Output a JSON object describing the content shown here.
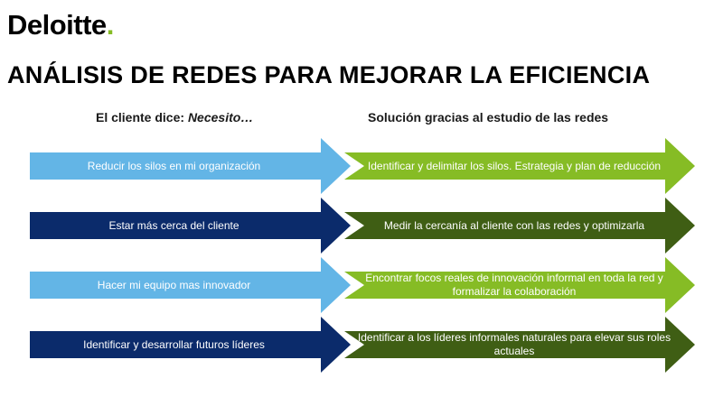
{
  "logo": {
    "wordmark": "Deloitte",
    "dot": ".",
    "dot_color": "#86bc25"
  },
  "title": "ANÁLISIS DE REDES PARA MEJORAR LA EFICIENCIA",
  "columns": {
    "left_prefix": "El cliente dice: ",
    "left_emphasis": "Necesito…",
    "right": "Solución gracias al estudio de las redes"
  },
  "colors": {
    "light_blue": "#63b5e6",
    "dark_navy": "#0b2b6b",
    "light_green": "#86bc25",
    "dark_green": "#3f5e14"
  },
  "rows": [
    {
      "need": "Reducir los silos en mi organización",
      "solution": "Identificar y delimitar los silos. Estrategia y plan de reducción"
    },
    {
      "need": "Estar más cerca del cliente",
      "solution": "Medir la cercanía al cliente con las redes y optimizarla"
    },
    {
      "need": "Hacer mi equipo mas innovador",
      "solution": "Encontrar focos reales de innovación informal en toda la red y formalizar la colaboración"
    },
    {
      "need": "Identificar y desarrollar futuros líderes",
      "solution": "Identificar a  los líderes informales naturales para elevar sus roles actuales"
    }
  ]
}
